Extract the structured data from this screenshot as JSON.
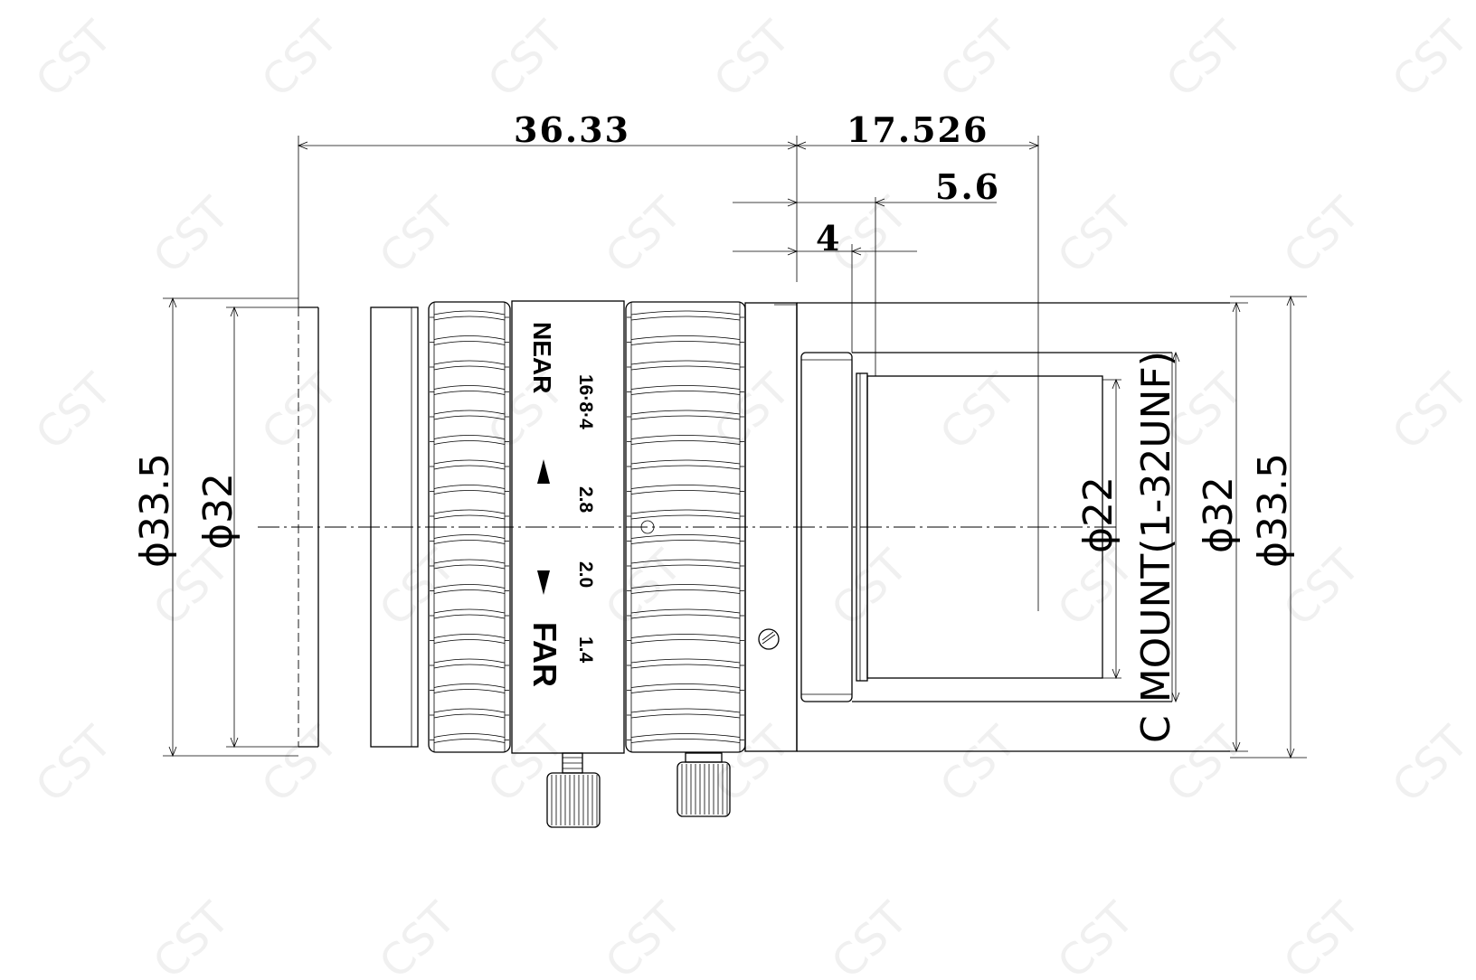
{
  "watermark": "CST",
  "dimensions": {
    "total_length": "36.33",
    "flange_back": "17.526",
    "back_a": "5.6",
    "back_b": "4"
  },
  "diameters": {
    "left_outer": "ϕ33.5",
    "left_inner": "ϕ32",
    "mount_inner": "ϕ22",
    "mount_thread": "C MOUNT(1-32UNF)",
    "right_inner": "ϕ32",
    "right_outer": "ϕ33.5"
  },
  "focus_ring": {
    "near": "NEAR",
    "far": "FAR"
  },
  "aperture_scale": [
    "16·8·4",
    "2.8",
    "2.0",
    "1.4"
  ]
}
